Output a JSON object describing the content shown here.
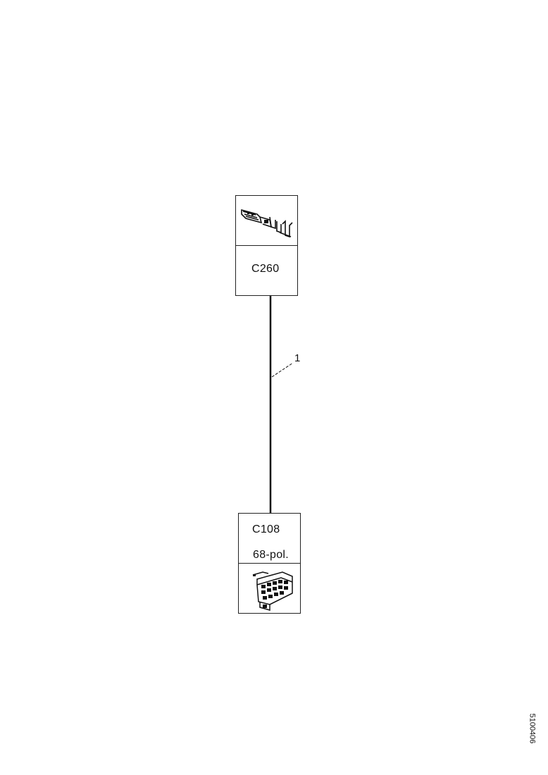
{
  "diagram": {
    "connectors": [
      {
        "code": "C260",
        "pins": ""
      },
      {
        "code": "C108",
        "pins": "68-pol."
      }
    ],
    "wire": {
      "number": "1"
    },
    "drawing_code": "5100406"
  }
}
